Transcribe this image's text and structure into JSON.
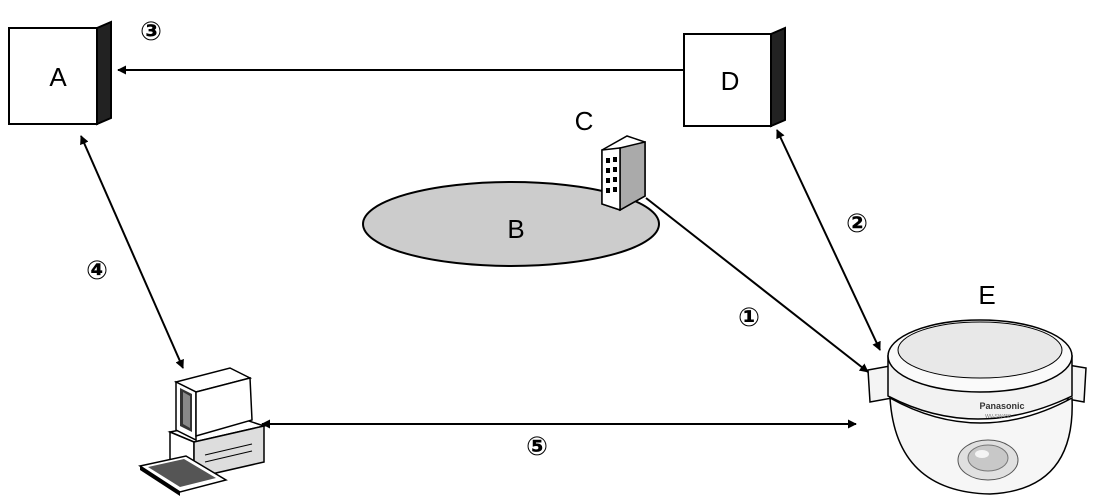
{
  "nodes": {
    "a": {
      "label": "A"
    },
    "b": {
      "label": "B"
    },
    "c": {
      "label": "C"
    },
    "d": {
      "label": "D"
    },
    "e": {
      "label": "E"
    }
  },
  "steps": {
    "s1": "①",
    "s2": "②",
    "s3": "③",
    "s4": "④",
    "s5": "⑤"
  },
  "camera": {
    "brand": "Panasonic",
    "model": "WV-SW458"
  },
  "colors": {
    "line": "#000000",
    "ellipse_fill": "#cccccc",
    "box_fill": "#ffffff"
  }
}
